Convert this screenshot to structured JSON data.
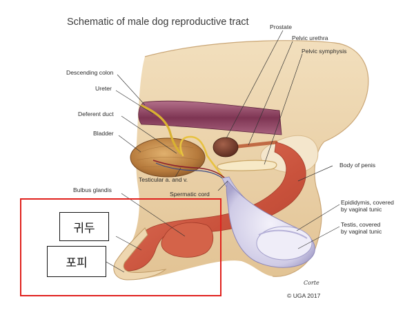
{
  "title": "Schematic  of male dog reproductive tract",
  "labels": {
    "prostate": "Prostate",
    "pelvic_urethra": "Pelvic urethra",
    "pelvic_symphysis": "Pelvic symphysis",
    "descending_colon": "Descending colon",
    "ureter": "Ureter",
    "deferent_duct": "Deferent duct",
    "bladder": "Bladder",
    "body_of_penis": "Body of penis",
    "bulbus_glandis": "Bulbus glandis",
    "testicular": "Testicular a. and v.",
    "spermatic_cord": "Spermatic cord",
    "epididymis_1": "Epididymis, covered",
    "epididymis_2": "by vaginal tunic",
    "testis_1": "Testis, covered",
    "testis_2": "by vaginal tunic"
  },
  "annotations": {
    "box_top": "귀두",
    "box_bottom": "포피"
  },
  "credit": {
    "signature": "Corte",
    "copyright": "© UGA 2017"
  },
  "colors": {
    "highlight_frame": "#e0201c",
    "penis_tissue": "#d5604a",
    "colon": "#8a3f5c",
    "bladder": "#c4874a",
    "testis_tunic": "#d9d9ef",
    "skin": "#ecd3aa"
  }
}
